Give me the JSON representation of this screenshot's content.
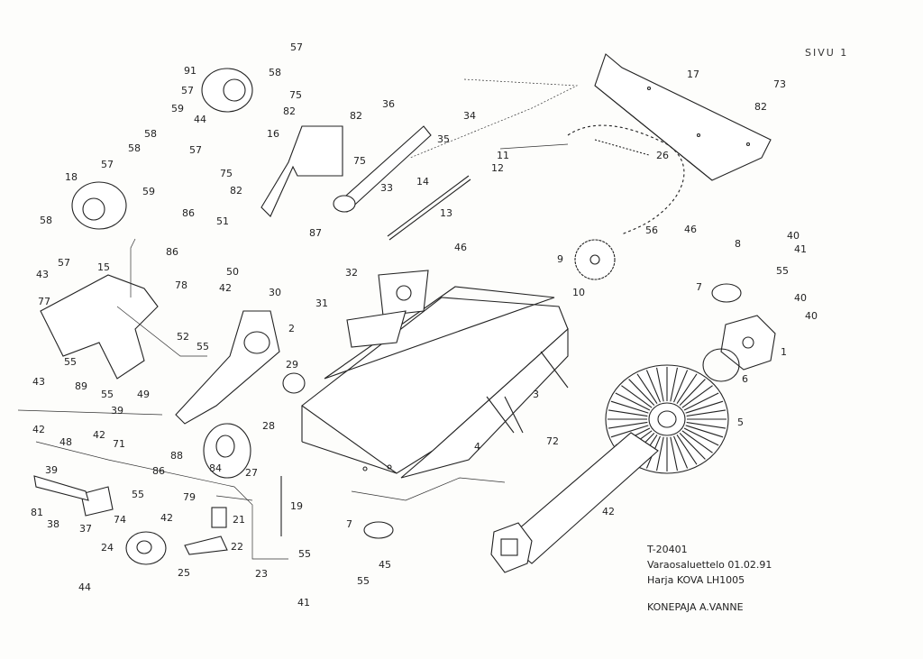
{
  "page": {
    "number": "SIVU 1"
  },
  "title_block": {
    "code": "T-20401",
    "list_line": "Varaosaluettelo 01.02.91",
    "product_line": "Harja KOVA LH1005",
    "maker": "KONEPAJA A.VANNE"
  },
  "part_labels": [
    "57",
    "58",
    "91",
    "57",
    "59",
    "44",
    "58",
    "57",
    "58",
    "57",
    "59",
    "18",
    "58",
    "57",
    "75",
    "82",
    "16",
    "75",
    "82",
    "82",
    "75",
    "36",
    "34",
    "35",
    "33",
    "14",
    "11",
    "12",
    "26",
    "13",
    "17",
    "73",
    "82",
    "86",
    "86",
    "51",
    "50",
    "87",
    "32",
    "46",
    "56",
    "46",
    "8",
    "40",
    "41",
    "55",
    "7",
    "40",
    "40",
    "9",
    "10",
    "43",
    "15",
    "77",
    "55",
    "78",
    "42",
    "30",
    "31",
    "52",
    "2",
    "55",
    "29",
    "43",
    "55",
    "89",
    "49",
    "39",
    "42",
    "3",
    "1",
    "6",
    "5",
    "4",
    "42",
    "48",
    "42",
    "71",
    "88",
    "86",
    "27",
    "28",
    "84",
    "79",
    "72",
    "19",
    "21",
    "22",
    "23",
    "39",
    "81",
    "38",
    "37",
    "74",
    "55",
    "42",
    "24",
    "25",
    "44",
    "7",
    "55",
    "45",
    "55",
    "41"
  ]
}
